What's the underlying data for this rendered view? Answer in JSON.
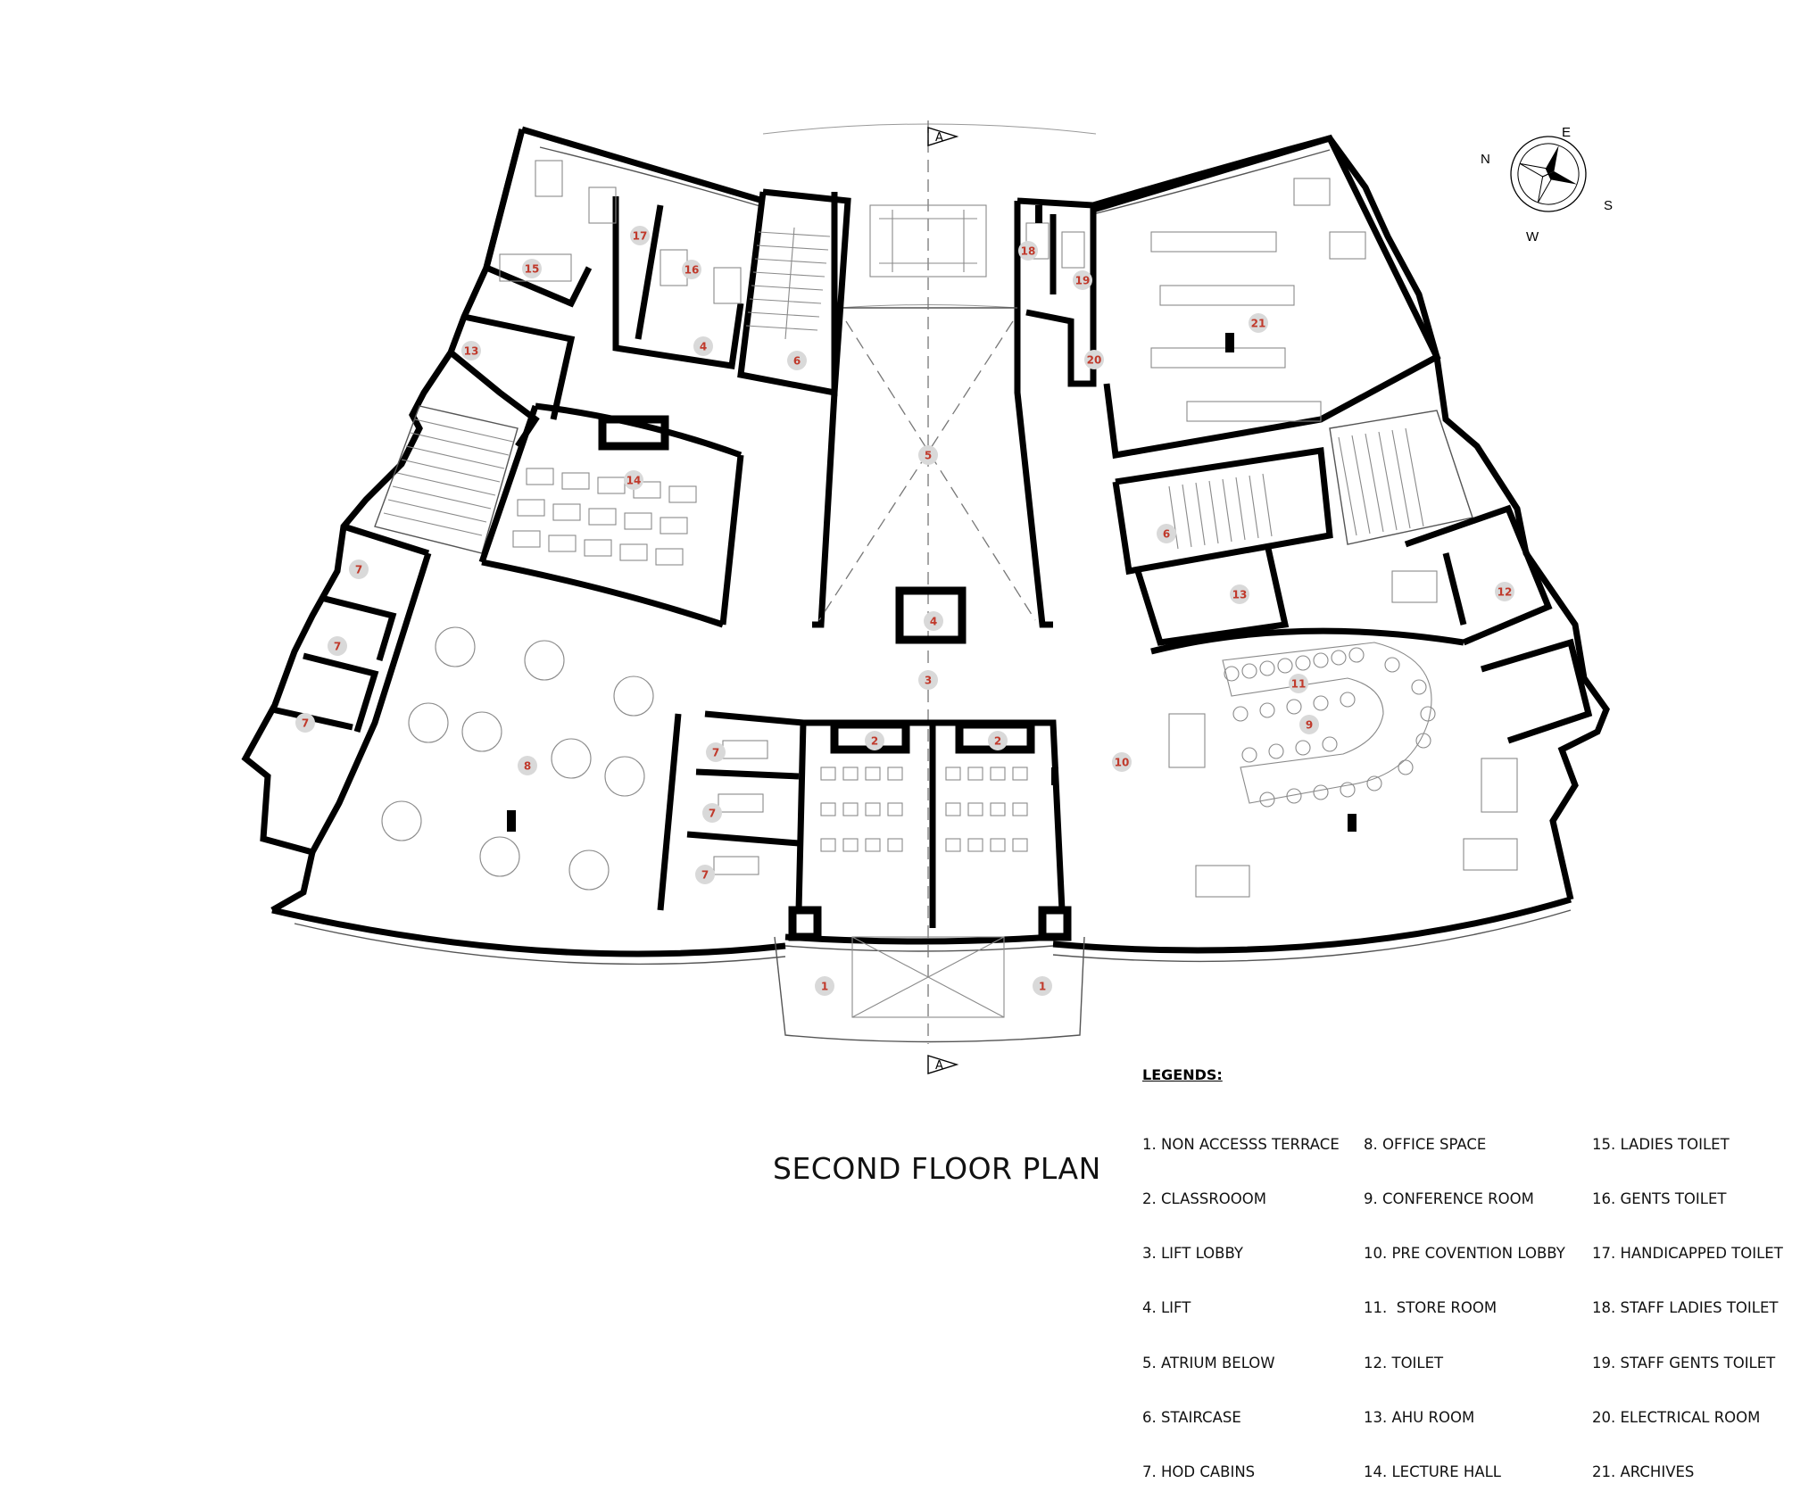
{
  "title": "SECOND FLOOR PLAN",
  "legend": {
    "heading": "LEGENDS:",
    "columns": [
      [
        "1. NON ACCESSS TERRACE",
        "2. CLASSROOOM",
        "3. LIFT LOBBY",
        "4. LIFT",
        "5. ATRIUM BELOW",
        "6. STAIRCASE",
        "7. HOD CABINS"
      ],
      [
        "8. OFFICE SPACE",
        "9. CONFERENCE ROOM",
        "10. PRE COVENTION LOBBY",
        "11.  STORE ROOM",
        "12. TOILET",
        "13. AHU ROOM",
        "14. LECTURE HALL"
      ],
      [
        "15. LADIES TOILET",
        "16. GENTS TOILET",
        "17. HANDICAPPED TOILET",
        "18. STAFF LADIES TOILET",
        "19. STAFF GENTS TOILET",
        "20. ELECTRICAL ROOM",
        "21. ARCHIVES"
      ]
    ]
  },
  "section_marker": "A",
  "compass": {
    "n": "N",
    "e": "E",
    "s": "S",
    "w": "W"
  },
  "colors": {
    "marker_fill": "#d9d9d9",
    "marker_text": "#c0392b",
    "wall": "#000000"
  },
  "rooms": [
    {
      "n": "1"
    },
    {
      "n": "1"
    },
    {
      "n": "2"
    },
    {
      "n": "2"
    },
    {
      "n": "3"
    },
    {
      "n": "4"
    },
    {
      "n": "4"
    },
    {
      "n": "5"
    },
    {
      "n": "6"
    },
    {
      "n": "6"
    },
    {
      "n": "7"
    },
    {
      "n": "7"
    },
    {
      "n": "7"
    },
    {
      "n": "7"
    },
    {
      "n": "7"
    },
    {
      "n": "7"
    },
    {
      "n": "8"
    },
    {
      "n": "9"
    },
    {
      "n": "10"
    },
    {
      "n": "11"
    },
    {
      "n": "12"
    },
    {
      "n": "13"
    },
    {
      "n": "13"
    },
    {
      "n": "14"
    },
    {
      "n": "15"
    },
    {
      "n": "16"
    },
    {
      "n": "17"
    },
    {
      "n": "18"
    },
    {
      "n": "19"
    },
    {
      "n": "20"
    },
    {
      "n": "21"
    }
  ]
}
